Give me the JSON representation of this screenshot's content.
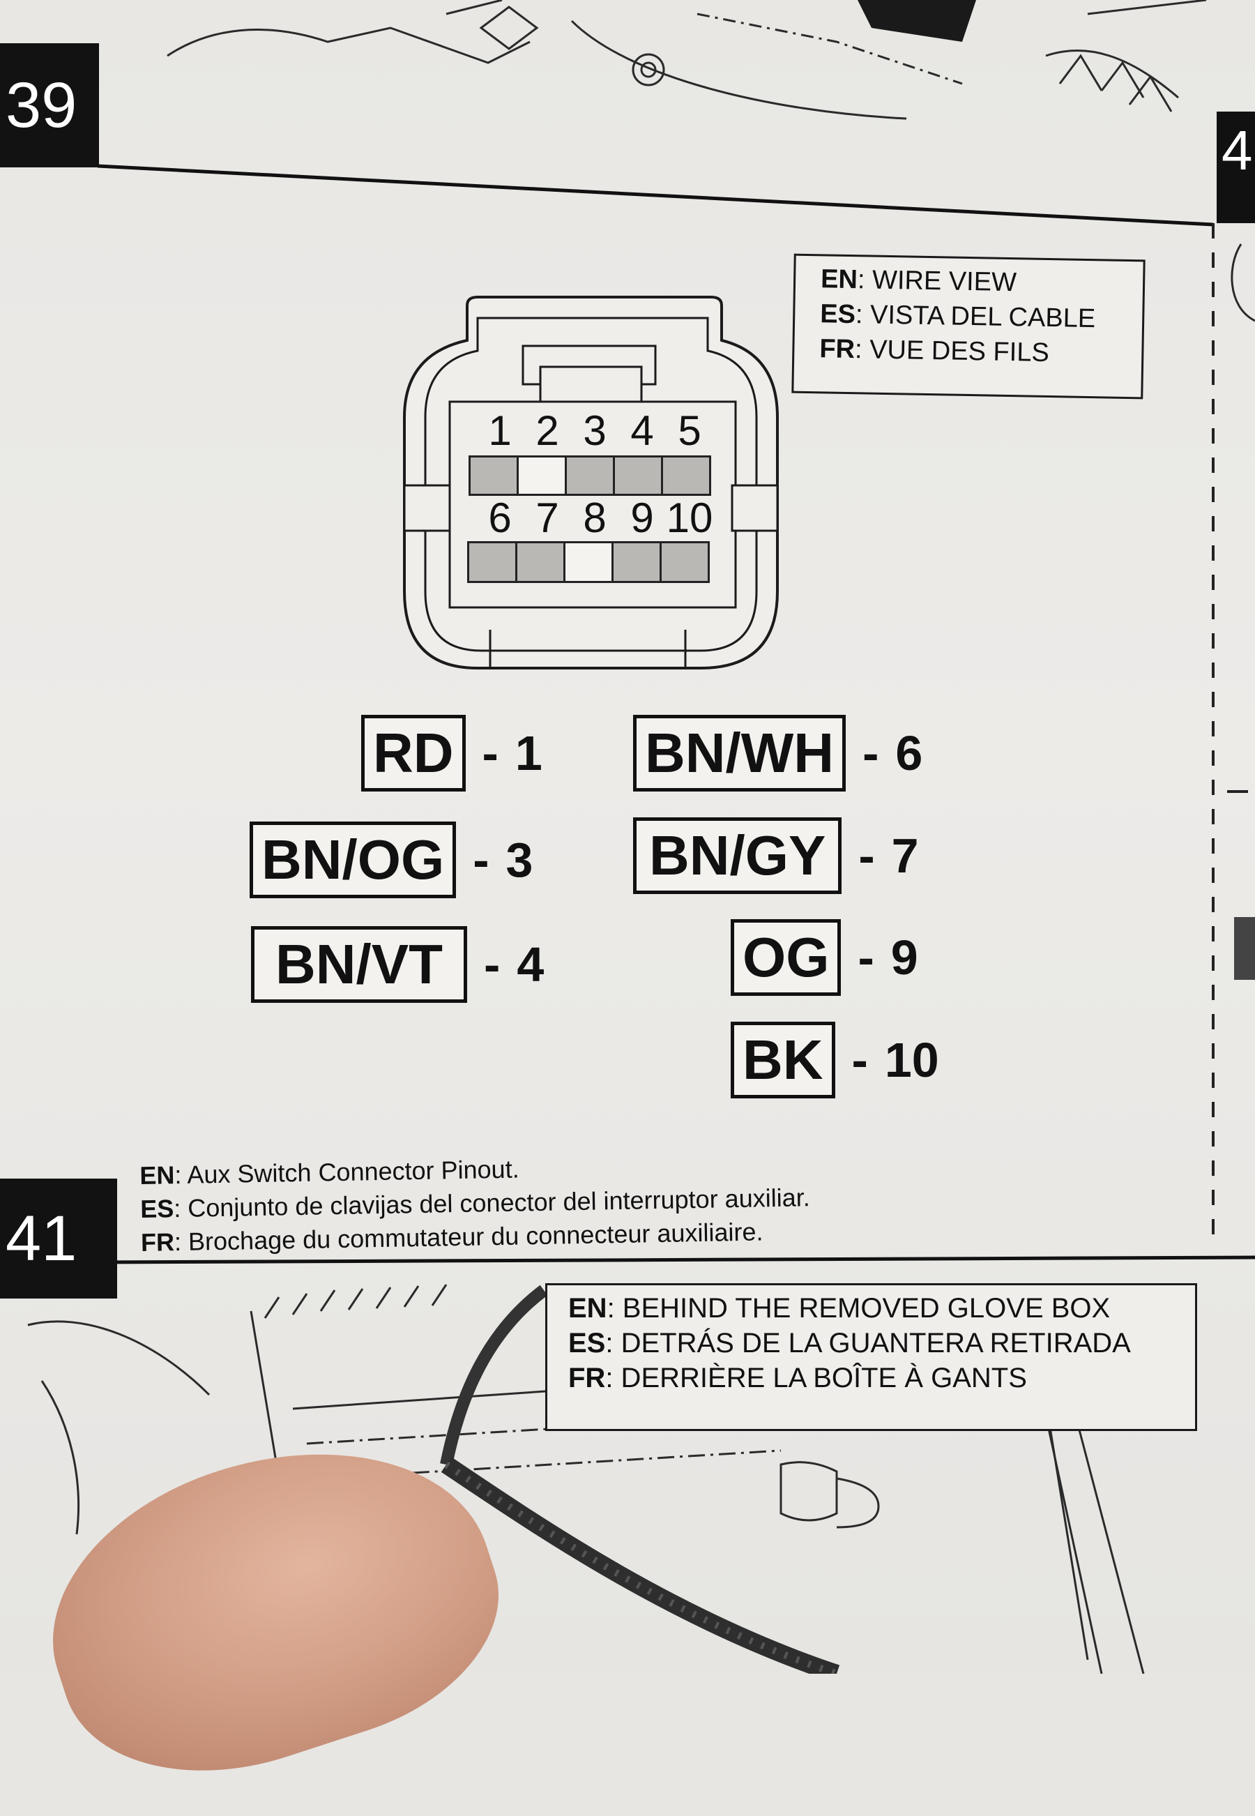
{
  "steps": {
    "top": "39",
    "bottom": "41",
    "right_partial": "4"
  },
  "wire_view_box": {
    "lines": [
      {
        "code": "EN",
        "text": ": WIRE VIEW"
      },
      {
        "code": "ES",
        "text": ": VISTA DEL CABLE"
      },
      {
        "code": "FR",
        "text": ": VUE DES FILS"
      }
    ]
  },
  "connector": {
    "top_row_pins": [
      "1",
      "2",
      "3",
      "4",
      "5"
    ],
    "bottom_row_pins": [
      "6",
      "7",
      "8",
      "9",
      "10"
    ]
  },
  "legend": {
    "left": [
      {
        "code": "RD",
        "pin": "1"
      },
      {
        "code": "BN/OG",
        "pin": "3"
      },
      {
        "code": "BN/VT",
        "pin": "4"
      }
    ],
    "right": [
      {
        "code": "BN/WH",
        "pin": "6"
      },
      {
        "code": "BN/GY",
        "pin": "7"
      },
      {
        "code": "OG",
        "pin": "9"
      },
      {
        "code": "BK",
        "pin": "10"
      }
    ],
    "separator": "-"
  },
  "caption": {
    "lines": [
      {
        "code": "EN",
        "text": ": Aux Switch Connector Pinout."
      },
      {
        "code": "ES",
        "text": ": Conjunto de clavijas del conector del interruptor auxiliar."
      },
      {
        "code": "FR",
        "text": ": Brochage du commutateur du connecteur auxiliaire."
      }
    ]
  },
  "glove_box_box": {
    "lines": [
      {
        "code": "EN",
        "text": ": BEHIND THE REMOVED GLOVE BOX"
      },
      {
        "code": "ES",
        "text": ": DETRÁS DE LA GUANTERA RETIRADA"
      },
      {
        "code": "FR",
        "text": ": DERRIÈRE LA BOÎTE À GANTS"
      }
    ]
  }
}
